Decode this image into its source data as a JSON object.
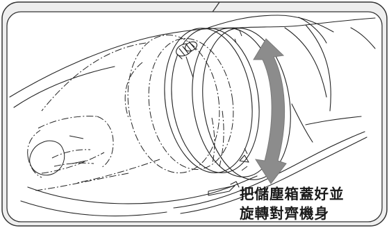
{
  "instruction": {
    "line1": "把儲塵箱蓋好並",
    "line2": "旋轉對齊機身"
  },
  "colors": {
    "frame_fill": "#eeeeee",
    "frame_stroke": "#333333",
    "line_art": "#222222",
    "arrow_fill": "#8c8c8c"
  },
  "icons": {
    "rotation_arrow": "double-headed-curved-arrow"
  }
}
